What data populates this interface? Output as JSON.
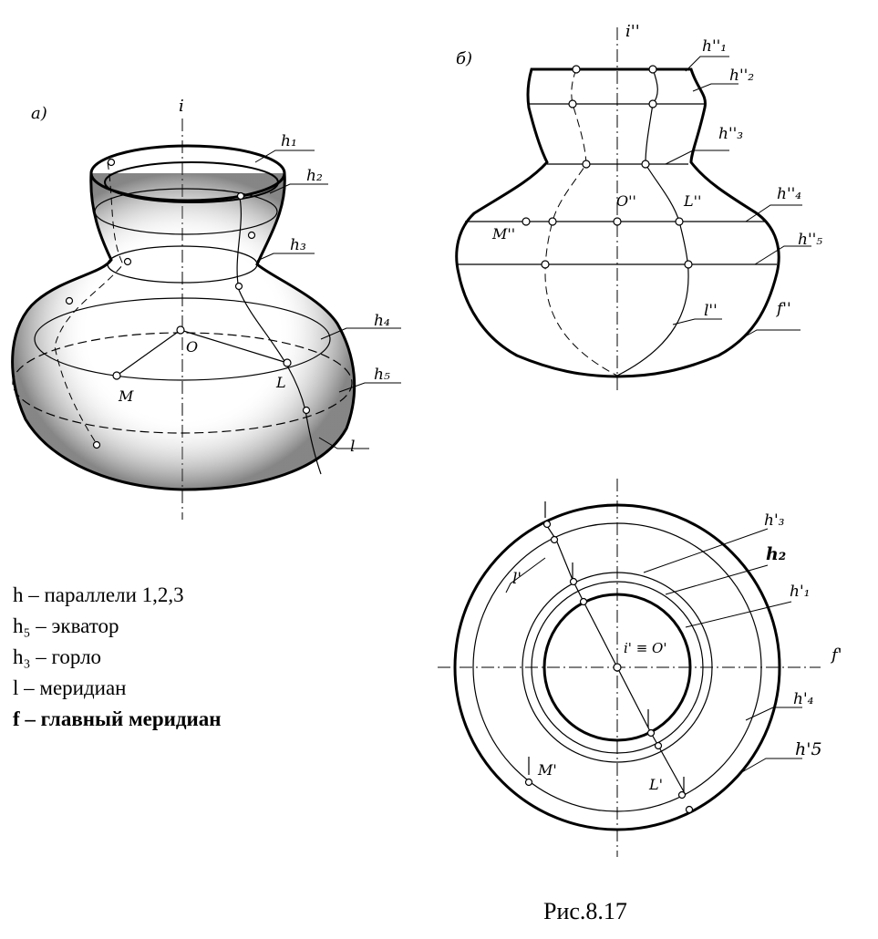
{
  "panel_a": {
    "tag": "а)",
    "axis": "i",
    "labels": {
      "h1": "h₁",
      "h2": "h₂",
      "h3": "h₃",
      "h4": "h₄",
      "h5": "h₅",
      "center": "O",
      "M": "M",
      "L": "L",
      "meridian": "l"
    }
  },
  "panel_b": {
    "tag": "б)",
    "front_view": {
      "axis": "i''",
      "h1": "h''₁",
      "h2": "h''₂",
      "h3": "h''₃",
      "h4": "h''₄",
      "h5": "h''₅",
      "center": "O''",
      "M": "M''",
      "L": "L''",
      "meridian": "l''",
      "main_meridian": "f''"
    },
    "top_view": {
      "h3": "h'₃",
      "h2": "h₂",
      "h1": "h'₁",
      "center": "i' ≡ O'",
      "axis_f": "f'",
      "h4": "h'₄",
      "h5": "h'5",
      "meridian": "l'",
      "M": "M'",
      "L": "L'"
    }
  },
  "legend": [
    "h – параллели 1,2,3",
    "h₅ – экватор",
    "h₃ – горло",
    "l – меридиан",
    "f – главный меридиан"
  ],
  "caption": "Рис.8.17"
}
